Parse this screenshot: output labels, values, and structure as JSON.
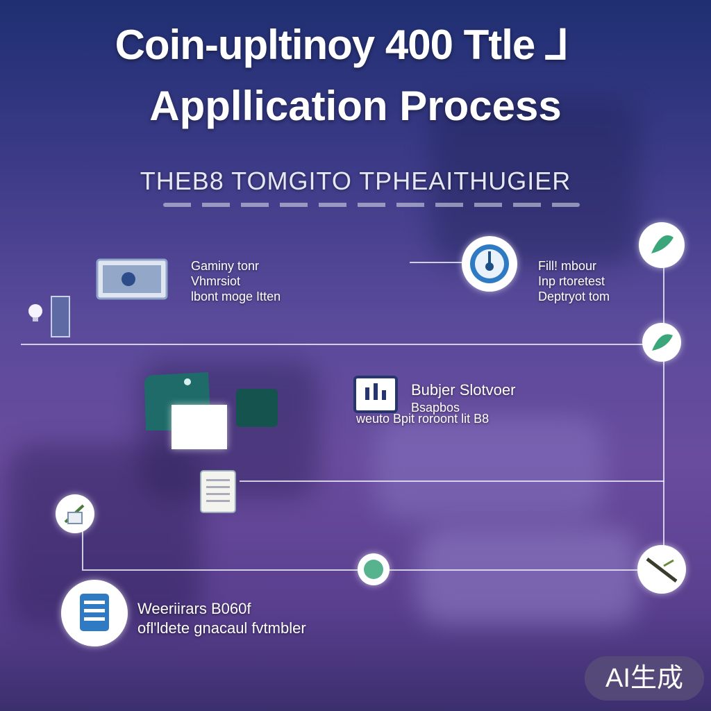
{
  "header": {
    "title_line1": "Coin-upltinoy 400 Ttle ⅃",
    "title_line2": "Appllication Process",
    "subtitle": "THEB8 TOMGITO TPHEAITHUGIER"
  },
  "steps": [
    {
      "lines": [
        "Gaminy tonr",
        "Vhmrsiot",
        "lbont moge Itten"
      ]
    },
    {
      "lines": [
        "Fill! mbour",
        "Inp rtoretest",
        "Deptryot tom"
      ]
    },
    {
      "lines": [
        "Bubjer Slotvoer",
        "Bsapbos",
        "weuto Bpit roroont lit B8"
      ]
    },
    {
      "lines": [
        "Weeriirars  B060f",
        "ofl'ldete gnacaul fvtmbler"
      ]
    }
  ],
  "badge": {
    "label": "AI生成"
  },
  "colors": {
    "accent_blue": "#2e7bc4",
    "node_green": "#3aa67a",
    "line": "#e6e8f5"
  }
}
